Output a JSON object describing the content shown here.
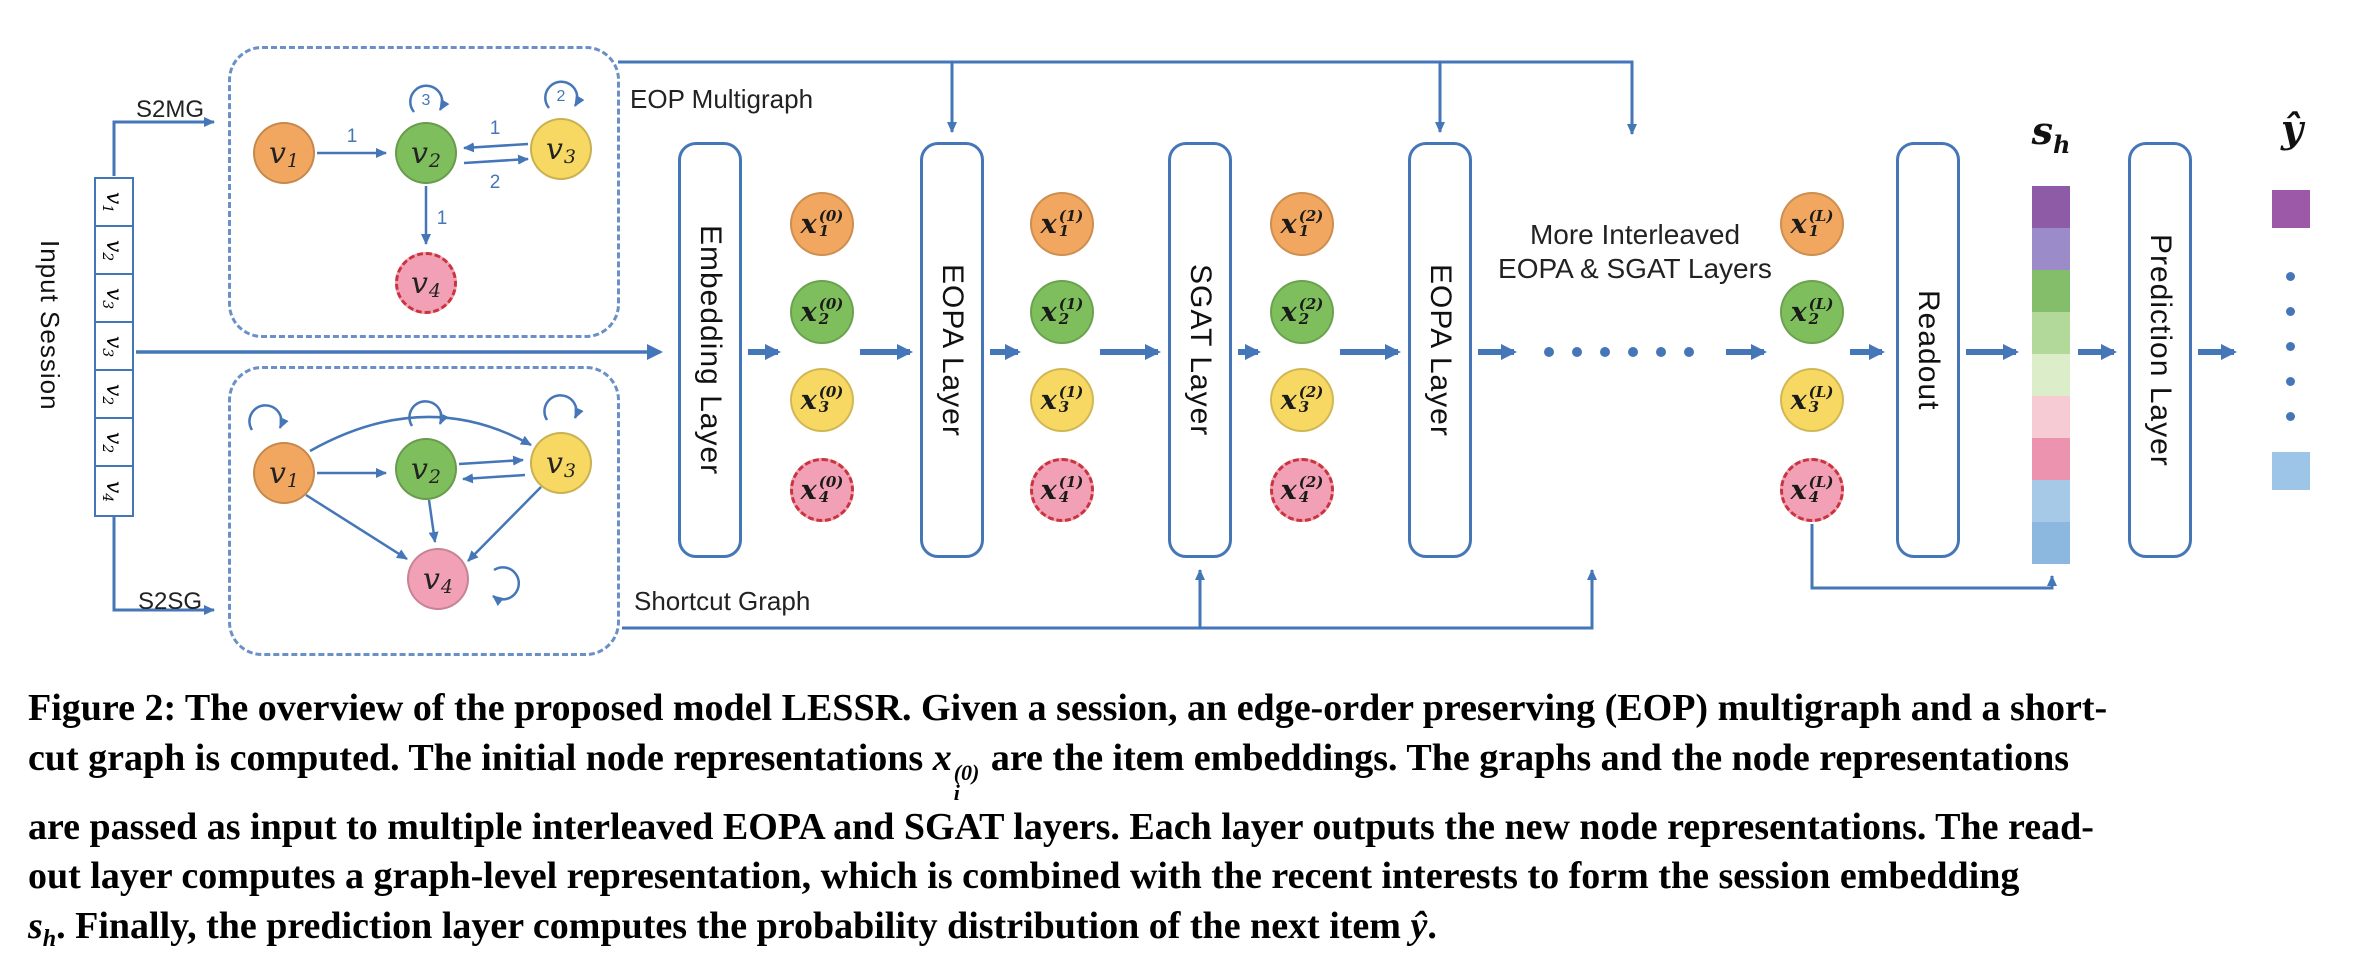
{
  "figure": {
    "colors": {
      "edge_blue": "#4576B8",
      "node_orange": "#F1A75F",
      "node_green": "#7FBE5D",
      "node_yellow": "#F6D863",
      "node_pink": "#F2A0B5",
      "dashed_red": "#C9353F",
      "sh_colors": [
        "#8E5BA6",
        "#9B8BC9",
        "#84BE6A",
        "#B2D89A",
        "#DCEDC9",
        "#F6CBD3",
        "#EC93AF",
        "#A6C9E8",
        "#8CB7DF"
      ],
      "out_top": "#9B59A8",
      "out_bottom": "#9DC5E8"
    },
    "input_session": {
      "label": "Input Session",
      "s2mg": "S2MG",
      "s2sg": "S2SG",
      "items": [
        {
          "base": "v",
          "sub": "1"
        },
        {
          "base": "v",
          "sub": "2"
        },
        {
          "base": "v",
          "sub": "3"
        },
        {
          "base": "v",
          "sub": "3"
        },
        {
          "base": "v",
          "sub": "2"
        },
        {
          "base": "v",
          "sub": "2"
        },
        {
          "base": "v",
          "sub": "4"
        }
      ]
    },
    "eop_graph": {
      "title": "EOP Multigraph",
      "nodes": [
        {
          "base": "v",
          "sub": "1"
        },
        {
          "base": "v",
          "sub": "2"
        },
        {
          "base": "v",
          "sub": "3"
        },
        {
          "base": "v",
          "sub": "4"
        }
      ],
      "edge_labels": {
        "v1_v2": "1",
        "v3_v2": "1",
        "v2_v3": "2",
        "v2_v4": "1",
        "v2_loop": "3",
        "v3_loop": "2"
      }
    },
    "shortcut_graph": {
      "title": "Shortcut Graph",
      "nodes": [
        {
          "base": "v",
          "sub": "1"
        },
        {
          "base": "v",
          "sub": "2"
        },
        {
          "base": "v",
          "sub": "3"
        },
        {
          "base": "v",
          "sub": "4"
        }
      ]
    },
    "layers": [
      {
        "label": "Embedding Layer"
      },
      {
        "label": "EOPA Layer"
      },
      {
        "label": "SGAT Layer"
      },
      {
        "label": "EOPA Layer"
      },
      {
        "label": "Readout"
      },
      {
        "label": "Prediction Layer"
      }
    ],
    "more_layers": {
      "line1": "More Interleaved",
      "line2": "EOPA & SGAT Layers"
    },
    "columns": [
      {
        "nodes": [
          {
            "base": "x",
            "sub": "1",
            "sup": "(0)"
          },
          {
            "base": "x",
            "sub": "2",
            "sup": "(0)"
          },
          {
            "base": "x",
            "sub": "3",
            "sup": "(0)"
          },
          {
            "base": "x",
            "sub": "4",
            "sup": "(0)"
          }
        ]
      },
      {
        "nodes": [
          {
            "base": "x",
            "sub": "1",
            "sup": "(1)"
          },
          {
            "base": "x",
            "sub": "2",
            "sup": "(1)"
          },
          {
            "base": "x",
            "sub": "3",
            "sup": "(1)"
          },
          {
            "base": "x",
            "sub": "4",
            "sup": "(1)"
          }
        ]
      },
      {
        "nodes": [
          {
            "base": "x",
            "sub": "1",
            "sup": "(2)"
          },
          {
            "base": "x",
            "sub": "2",
            "sup": "(2)"
          },
          {
            "base": "x",
            "sub": "3",
            "sup": "(2)"
          },
          {
            "base": "x",
            "sub": "4",
            "sup": "(2)"
          }
        ]
      },
      {
        "nodes": [
          {
            "base": "x",
            "sub": "1",
            "sup": "(L)"
          },
          {
            "base": "x",
            "sub": "2",
            "sup": "(L)"
          },
          {
            "base": "x",
            "sub": "3",
            "sup": "(L)"
          },
          {
            "base": "x",
            "sub": "4",
            "sup": "(L)"
          }
        ]
      }
    ],
    "sh_label": {
      "base": "s",
      "sub": "h"
    },
    "output_label": "ŷ"
  },
  "caption": {
    "line1": "Figure 2: The overview of the proposed model LESSR. Given a session, an edge-order preserving (EOP) multigraph and a short-",
    "line2_pre": "cut graph is computed. The initial node representations ",
    "math_x": {
      "base": "x",
      "sub": "i",
      "sup": "(0)"
    },
    "line2_post": " are the item embeddings. The graphs and the node representations",
    "line3": "are passed as input to multiple interleaved EOPA and SGAT layers. Each layer outputs the new node representations. The read-",
    "line4": "out layer computes a graph-level representation, which is combined with the recent interests to form the session embedding",
    "math_s": {
      "base": "s",
      "sub": "h"
    },
    "line5_mid": ". Finally, the prediction layer computes the probability distribution of the next item ",
    "math_y": "ŷ",
    "line5_end": "."
  }
}
